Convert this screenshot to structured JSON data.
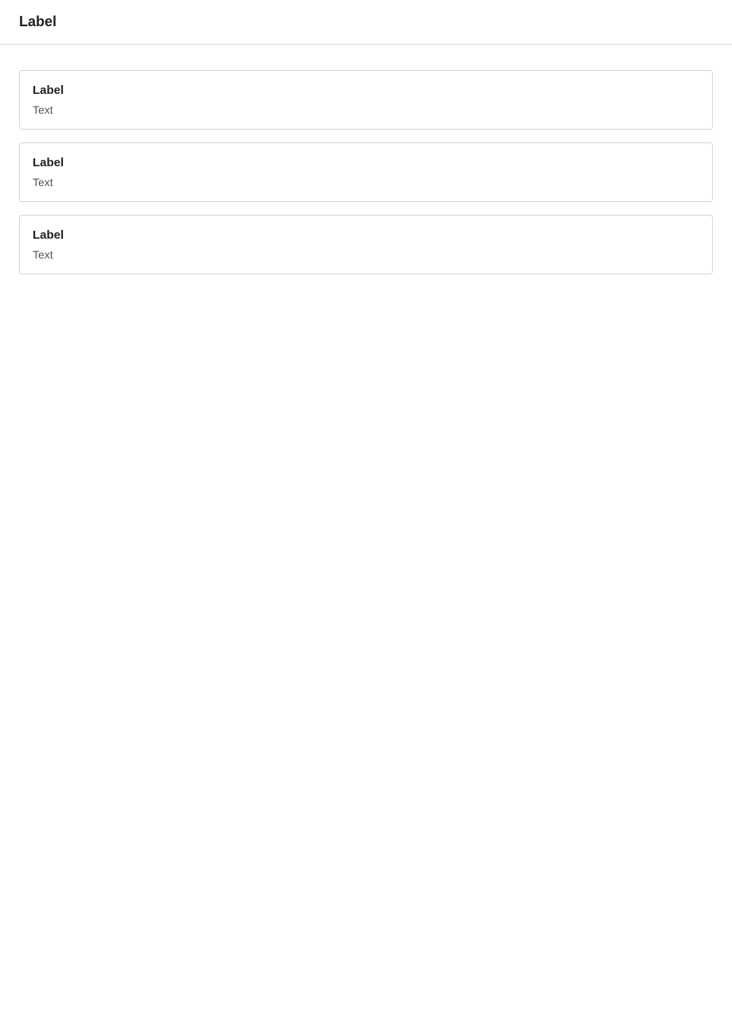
{
  "page": {
    "title": "Label"
  },
  "blocks": [
    {
      "heading": "Label",
      "text": "Text"
    },
    {
      "heading": "Label",
      "text": "Text"
    },
    {
      "heading": "Label",
      "text": "Text"
    }
  ]
}
